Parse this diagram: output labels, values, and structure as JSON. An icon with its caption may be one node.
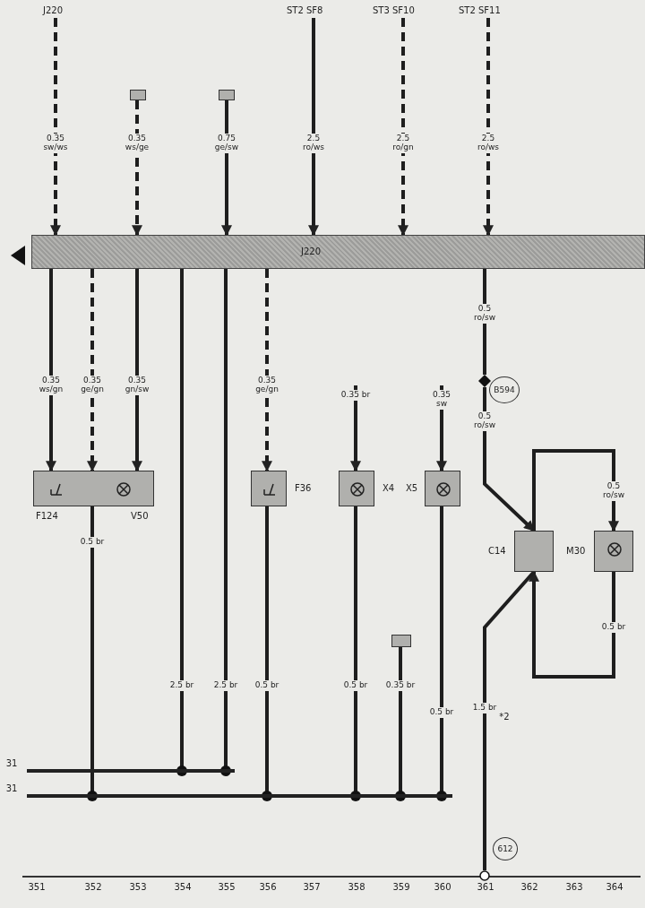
{
  "diagram": {
    "nodes": [
      {
        "text": [
          "J220"
        ]
      },
      {
        "text": [],
        "shape": "box"
      },
      {
        "text": [],
        "shape": "box"
      },
      {
        "text": [
          "ST2 SF8"
        ]
      },
      {
        "text": [
          "ST3 SF10"
        ]
      },
      {
        "text": [
          "ST2 SF11"
        ]
      },
      {
        "text": [
          "J220"
        ]
      },
      {
        "text": [],
        "shape": "box",
        "beside": [
          "F124",
          "V50"
        ]
      },
      {
        "text": [],
        "shape": "box",
        "beside": [
          "F36"
        ]
      },
      {
        "text": [],
        "shape": "box",
        "beside": [
          "X4"
        ]
      },
      {
        "text": [],
        "shape": "box",
        "beside": [
          "X5"
        ]
      },
      {
        "text": [],
        "shape": "box",
        "beside": [
          "C14"
        ]
      },
      {
        "text": [],
        "shape": "box",
        "beside": [
          "M30"
        ]
      },
      {
        "text": [],
        "shape": "box"
      },
      {
        "text": [
          "B594"
        ]
      },
      {
        "text": [],
        "shape": "diamond"
      },
      {
        "text": [
          "612"
        ]
      },
      {
        "text": [],
        "shape": "circle"
      },
      {
        "text": [],
        "shape": "bar"
      },
      {
        "text": [],
        "shape": "bar"
      }
    ],
    "edges": [
      {
        "from": 0,
        "to": 6,
        "arrow": "to",
        "label": "0.35 sw/ws",
        "style": "dashed"
      },
      {
        "from": 1,
        "to": 6,
        "arrow": "to",
        "label": "0.35 ws/ge",
        "style": "dashed"
      },
      {
        "from": 2,
        "to": 6,
        "arrow": "to",
        "label": "0.75 ge/sw"
      },
      {
        "from": 3,
        "to": 6,
        "arrow": "to",
        "label": "2.5 ro/ws"
      },
      {
        "from": 4,
        "to": 6,
        "arrow": "to",
        "label": "2.5 ro/gn",
        "style": "dashed"
      },
      {
        "from": 5,
        "to": 6,
        "arrow": "to",
        "label": "2.5 ro/ws",
        "style": "dashed"
      },
      {
        "from": 6,
        "to": 7,
        "arrow": "to",
        "label": "0.35 ws/gn"
      },
      {
        "from": 6,
        "to": 7,
        "arrow": "to",
        "label": "0.35 ge/gn",
        "style": "dashed"
      },
      {
        "from": 6,
        "to": 7,
        "arrow": "to",
        "label": "0.35 gn/sw"
      },
      {
        "from": 6,
        "to": 18,
        "arrow": "none",
        "label": "2.5 br"
      },
      {
        "from": 6,
        "to": 18,
        "arrow": "none",
        "label": "2.5 br"
      },
      {
        "from": 6,
        "to": 8,
        "arrow": "to",
        "label": "0.35 ge/gn",
        "style": "dashed"
      },
      {
        "from": 7,
        "to": 19,
        "arrow": "none",
        "label": "0.5 br"
      },
      {
        "from": 8,
        "to": 19,
        "arrow": "none",
        "label": "0.5 br"
      },
      {
        "from": null,
        "to": 9,
        "arrow": "to",
        "label": "0.35 br"
      },
      {
        "from": 9,
        "to": 19,
        "arrow": "none",
        "label": "0.5 br"
      },
      {
        "from": 13,
        "to": 19,
        "arrow": "none",
        "label": "0.35 br"
      },
      {
        "from": null,
        "to": 10,
        "arrow": "to",
        "label": "0.35 sw"
      },
      {
        "from": 10,
        "to": 19,
        "arrow": "none",
        "label": "0.5 br"
      },
      {
        "from": 6,
        "to": 15,
        "arrow": "none",
        "label": "0.5 ro/sw"
      },
      {
        "from": 15,
        "to": 11,
        "arrow": "to",
        "label": "0.5 ro/sw"
      },
      {
        "from": 11,
        "to": 12,
        "arrow": "to",
        "label": "0.5 ro/sw"
      },
      {
        "from": 12,
        "to": 11,
        "arrow": "to",
        "label": "0.5 br"
      },
      {
        "from": 11,
        "to": 17,
        "arrow": "none",
        "label": "1.5 br"
      }
    ],
    "labels": [
      "31",
      "31",
      "*2",
      "351",
      "352",
      "353",
      "354",
      "355",
      "356",
      "357",
      "358",
      "359",
      "360",
      "361",
      "362",
      "363",
      "364"
    ]
  }
}
